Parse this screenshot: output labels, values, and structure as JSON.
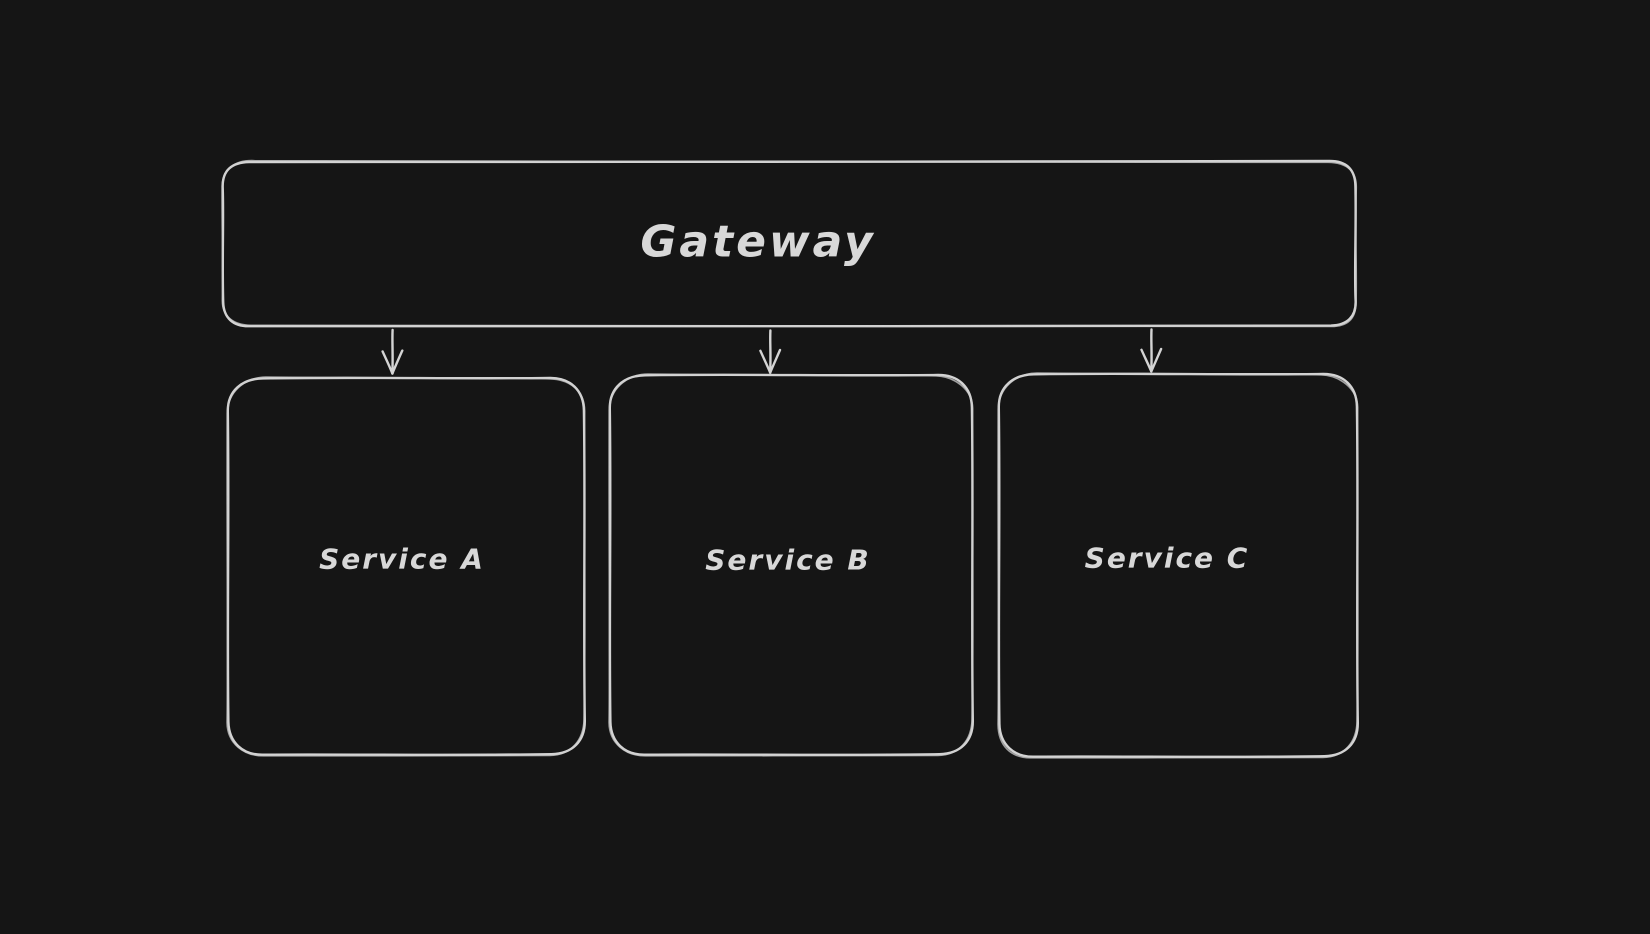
{
  "canvas": {
    "background_color": "#151515",
    "stroke_color": "#d4d4d4",
    "text_color": "#d8d8d8",
    "style": "hand-drawn"
  },
  "nodes": [
    {
      "id": "gateway",
      "label": "Gateway",
      "shape": "rounded-rectangle",
      "row": "top"
    },
    {
      "id": "service-a",
      "label": "Service A",
      "shape": "rounded-rectangle",
      "row": "bottom"
    },
    {
      "id": "service-b",
      "label": "Service B",
      "shape": "rounded-rectangle",
      "row": "bottom"
    },
    {
      "id": "service-c",
      "label": "Service C",
      "shape": "rounded-rectangle",
      "row": "bottom"
    }
  ],
  "edges": [
    {
      "from": "Gateway",
      "to": "Service A",
      "direction": "down",
      "type": "arrow"
    },
    {
      "from": "Gateway",
      "to": "Service B",
      "direction": "down",
      "type": "arrow"
    },
    {
      "from": "Gateway",
      "to": "Service C",
      "direction": "down",
      "type": "arrow"
    }
  ]
}
